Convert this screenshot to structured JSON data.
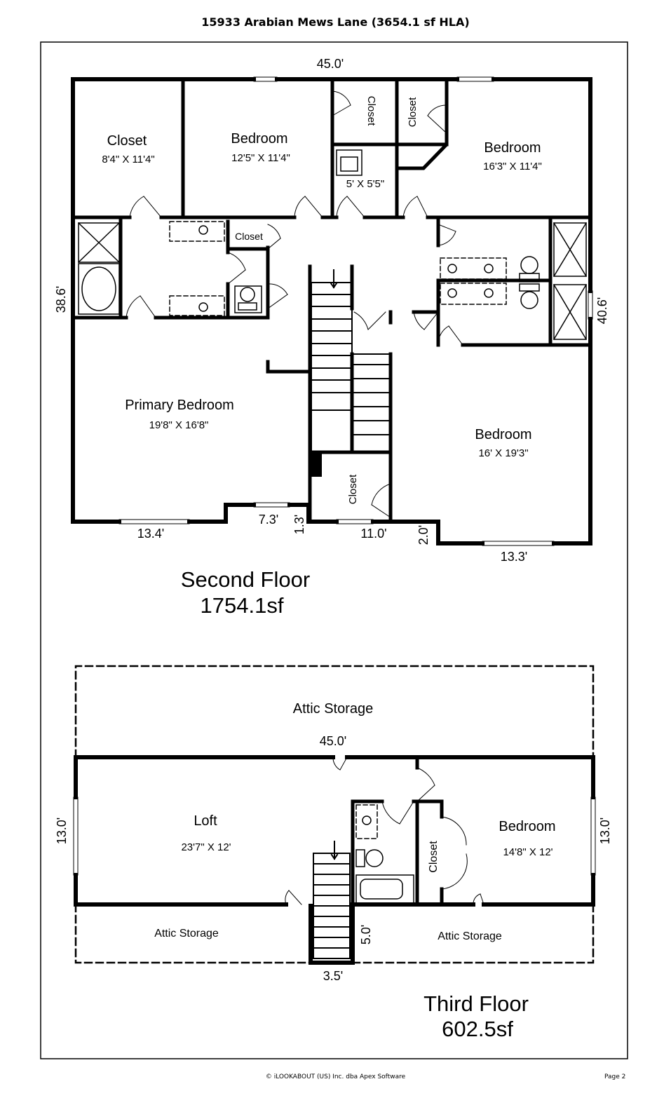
{
  "title": "15933 Arabian Mews Lane (3654.1 sf HLA)",
  "footer": {
    "copyright": "© iLOOKABOUT (US) Inc. dba Apex Software",
    "page": "Page 2"
  },
  "second_floor": {
    "name": "Second Floor",
    "area": "1754.1sf",
    "rooms": {
      "closet_main": {
        "name": "Closet",
        "size": "8'4\" X 11'4\""
      },
      "bedroom_top_center": {
        "name": "Bedroom",
        "size": "12'5\" X 11'4\""
      },
      "bedroom_top_right": {
        "name": "Bedroom",
        "size": "16'3\" X 11'4\""
      },
      "bath_small": {
        "size": "5' X 5'5\""
      },
      "closet_vert_1": {
        "name": "Closet"
      },
      "closet_vert_2": {
        "name": "Closet"
      },
      "closet_bath": {
        "name": "Closet"
      },
      "primary_bedroom": {
        "name": "Primary Bedroom",
        "size": "19'8\" X 16'8\""
      },
      "bedroom_right": {
        "name": "Bedroom",
        "size": "16' X 19'3\""
      },
      "closet_stair": {
        "name": "Closet"
      }
    },
    "dims": {
      "top": "45.0'",
      "left": "38.6'",
      "right": "40.6'",
      "bottom_left": "13.4'",
      "bottom_step_w": "7.3'",
      "bottom_step_h": "1.3'",
      "bottom_mid": "11.0'",
      "bottom_right_step": "2.0'",
      "bottom_right": "13.3'"
    }
  },
  "third_floor": {
    "name": "Third Floor",
    "area": "602.5sf",
    "rooms": {
      "attic_top": {
        "name": "Attic Storage"
      },
      "loft": {
        "name": "Loft",
        "size": "23'7\" X 12'"
      },
      "bedroom": {
        "name": "Bedroom",
        "size": "14'8\" X 12'"
      },
      "closet": {
        "name": "Closet"
      },
      "attic_bottom_left": {
        "name": "Attic Storage"
      },
      "attic_bottom_right": {
        "name": "Attic Storage"
      }
    },
    "dims": {
      "top": "45.0'",
      "left": "13.0'",
      "right": "13.0'",
      "stair_h": "5.0'",
      "stair_w": "3.5'"
    }
  }
}
